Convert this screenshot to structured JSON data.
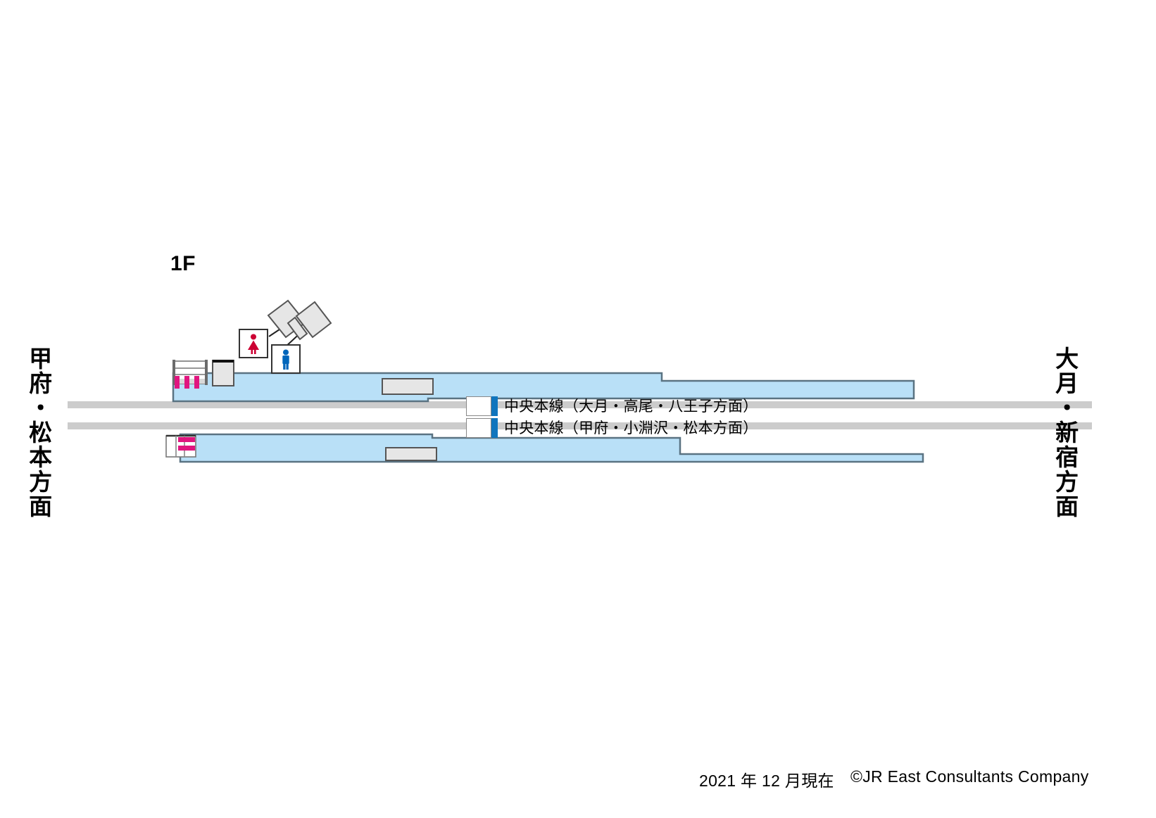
{
  "diagram": {
    "floor_label": "1F",
    "title_type": "station-platform-map"
  },
  "directions": {
    "left": "甲府・松本方面",
    "right": "大月・新宿方面"
  },
  "lines": [
    {
      "name": "中央本線（大月・高尾・八王子方面）",
      "marker_color": "#1075bd",
      "position": "upper"
    },
    {
      "name": "中央本線（甲府・小淵沢・松本方面）",
      "marker_color": "#1075bd",
      "position": "lower"
    }
  ],
  "facilities": [
    {
      "icon": "womens-toilet-icon",
      "color": "#cc0033"
    },
    {
      "icon": "mens-toilet-icon",
      "color": "#0066bb"
    }
  ],
  "colors": {
    "platform_fill": "#b9e0f7",
    "platform_edge": "#5a7382",
    "track": "#cccccc",
    "structure_fill": "#e6e6e6",
    "structure_stroke": "#666666",
    "handrail": "#e0157f",
    "line_marker": "#1075bd",
    "female": "#cc0033",
    "male": "#0066bb",
    "background": "#ffffff"
  },
  "footer": {
    "date": "2021 年 12 月現在",
    "credit": "©JR East Consultants Company"
  }
}
